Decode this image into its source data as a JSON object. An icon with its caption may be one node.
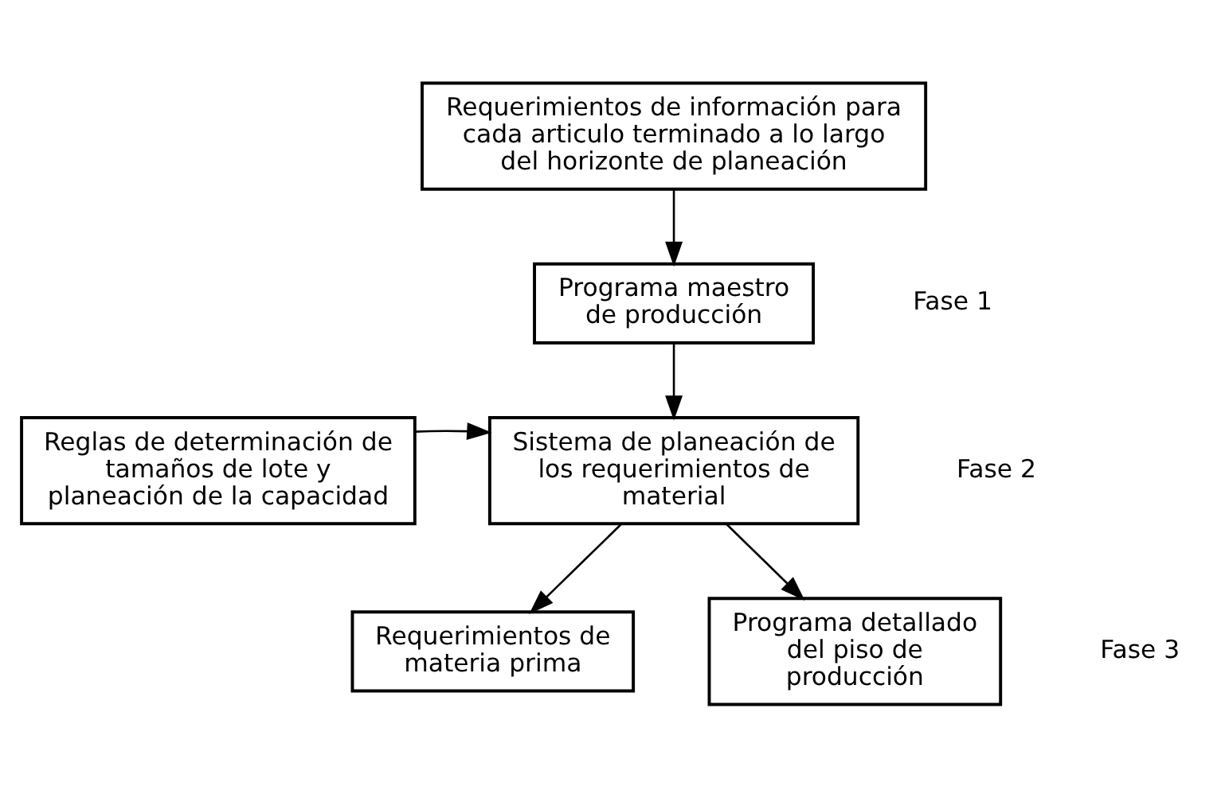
{
  "diagram": {
    "nodes": [
      {
        "text": [
          "Requerimientos de información para cada articulo terminado a lo largo del horizonte de planeación"
        ]
      },
      {
        "text": [
          "Programa maestro de producción"
        ]
      },
      {
        "text": [
          "Reglas de determinación de tamaños de lote y planeación de la capacidad"
        ]
      },
      {
        "text": [
          "Sistema de planeación de los requerimientos de material"
        ]
      },
      {
        "text": [
          "Requerimientos de materia prima"
        ]
      },
      {
        "text": [
          "Programa detallado del piso de producción"
        ]
      }
    ],
    "edges": [
      {
        "from": 0,
        "to": 1,
        "arrow": "to"
      },
      {
        "from": 1,
        "to": 3,
        "arrow": "to"
      },
      {
        "from": 2,
        "to": 3,
        "arrow": "to"
      },
      {
        "from": 3,
        "to": 4,
        "arrow": "to"
      },
      {
        "from": 3,
        "to": 5,
        "arrow": "to"
      }
    ],
    "labels": [
      "Fase 1",
      "Fase 2",
      "Fase 3"
    ]
  }
}
